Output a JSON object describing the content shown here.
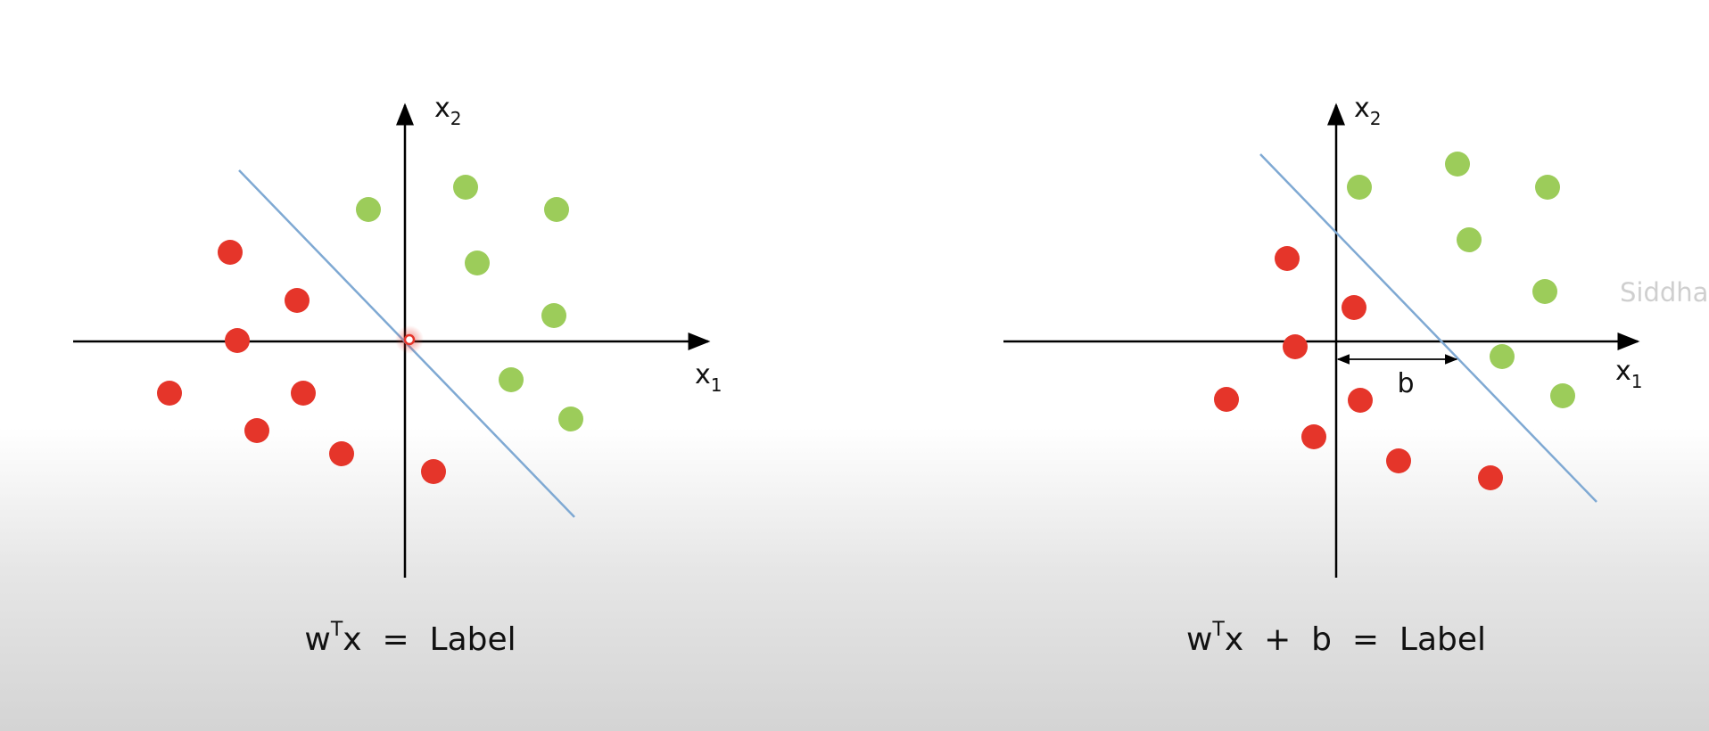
{
  "watermark_text": "Siddha",
  "colors": {
    "axis": "#000000",
    "boundary": "#7fa9d3",
    "class_red": "#e5352a",
    "class_green": "#9ccc5a",
    "origin_marker": "#e5352a"
  },
  "panels": [
    {
      "id": "left",
      "x_axis_label": "x",
      "x_axis_sub": "1",
      "y_axis_label": "x",
      "y_axis_sub": "2",
      "formula": {
        "w": "w",
        "sup": "T",
        "rest": "x  =  Label"
      },
      "boundary_passes_origin": true
    },
    {
      "id": "right",
      "x_axis_label": "x",
      "x_axis_sub": "1",
      "y_axis_label": "x",
      "y_axis_sub": "2",
      "bias_label": "b",
      "formula": {
        "w": "w",
        "sup": "T",
        "rest": "x  +  b  =  Label"
      },
      "boundary_passes_origin": false
    }
  ]
}
